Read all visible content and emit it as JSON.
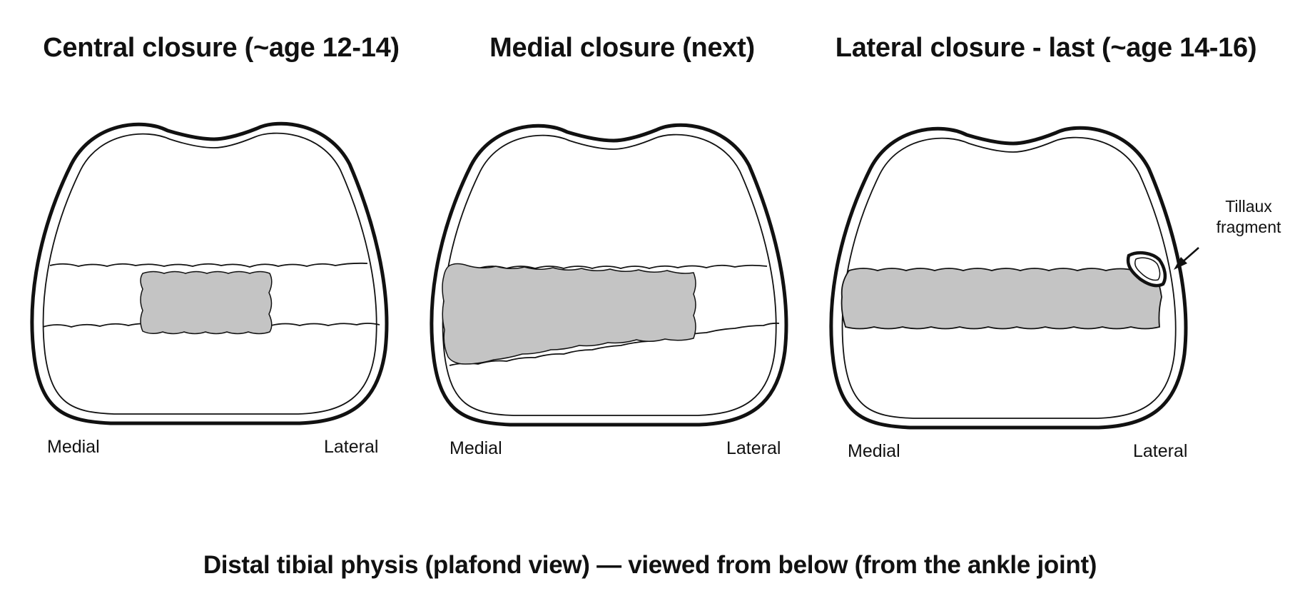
{
  "panels": [
    {
      "title": "Central closure (~age 12-14)",
      "medial": "Medial",
      "lateral": "Lateral"
    },
    {
      "title": "Medial closure (next)",
      "medial": "Medial",
      "lateral": "Lateral"
    },
    {
      "title": "Lateral closure - last (~age 14-16)",
      "medial": "Medial",
      "lateral": "Lateral"
    }
  ],
  "callout": {
    "line1": "Tillaux",
    "line2": "fragment"
  },
  "caption": "Distal tibial physis (plafond view) — viewed from below (from the ankle joint)",
  "colors": {
    "closed_physis": "#c4c4c4",
    "outline": "#111111",
    "background": "#ffffff"
  }
}
